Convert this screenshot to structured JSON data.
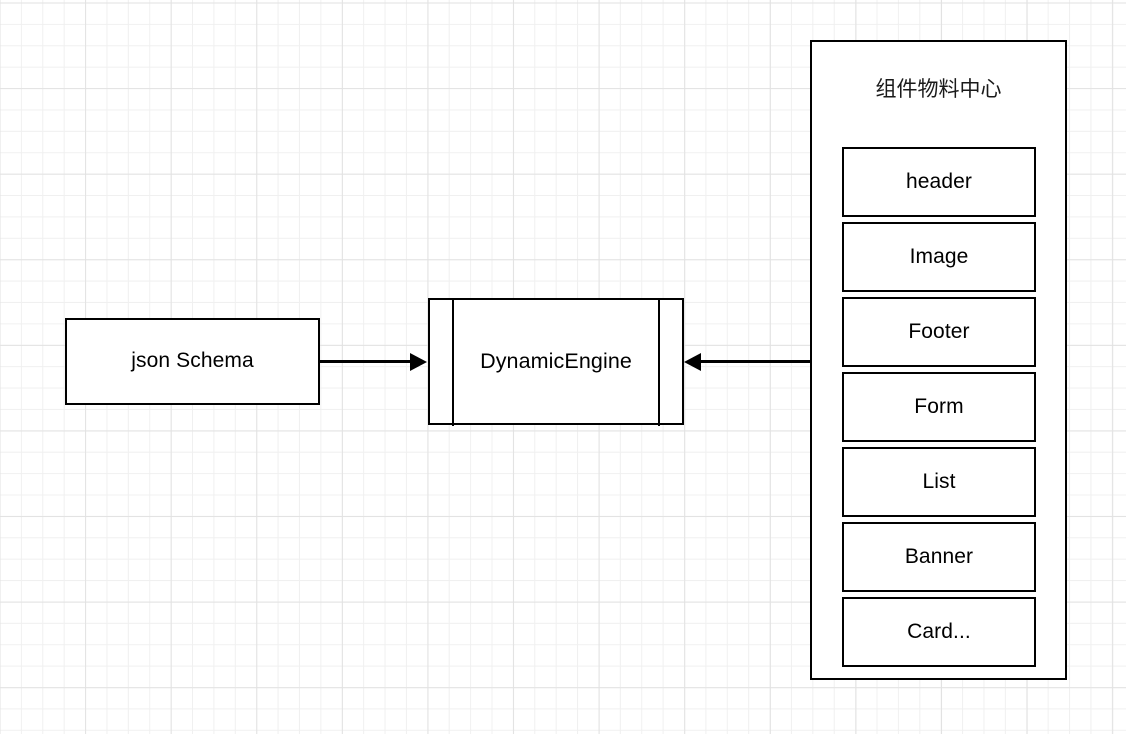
{
  "diagram": {
    "nodes": {
      "json_schema": {
        "label": "json Schema"
      },
      "dynamic_engine": {
        "label": "DynamicEngine"
      }
    },
    "material_center": {
      "title": "组件物料中心",
      "components": [
        {
          "label": "header"
        },
        {
          "label": "Image"
        },
        {
          "label": "Footer"
        },
        {
          "label": "Form"
        },
        {
          "label": "List"
        },
        {
          "label": "Banner"
        },
        {
          "label": "Card..."
        }
      ]
    },
    "edges": [
      {
        "id": "schema-to-engine",
        "from": "json Schema",
        "to": "DynamicEngine",
        "direction": "right",
        "label": ""
      },
      {
        "id": "panel-to-engine",
        "from": "组件物料中心",
        "to": "DynamicEngine",
        "direction": "left",
        "label": ""
      }
    ],
    "colors": {
      "stroke": "#000000",
      "fill": "#ffffff",
      "text": "#000000",
      "grid_minor": "#f0f0f0",
      "grid_major": "#e2e2e2",
      "canvas": "#ffffff"
    }
  }
}
